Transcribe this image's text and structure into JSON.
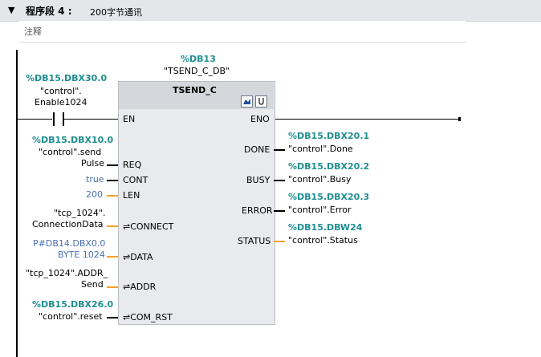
{
  "network": {
    "label": "程序段 4 :",
    "title": "200字节通讯",
    "comment": "注释"
  },
  "block": {
    "instance_addr": "%DB13",
    "instance_name": "\"TSEND_C_DB\"",
    "name": "TSEND_C",
    "pins_in": {
      "en": "EN",
      "req": "REQ",
      "cont": "CONT",
      "len": "LEN",
      "connect": "CONNECT",
      "data": "DATA",
      "addr": "ADDR",
      "com_rst": "COM_RST"
    },
    "pins_out": {
      "eno": "ENO",
      "done": "DONE",
      "busy": "BUSY",
      "error": "ERROR",
      "status": "STATUS"
    }
  },
  "contact": {
    "addr": "%DB15.DBX30.0",
    "line1": "\"control\".",
    "line2": "Enable1024"
  },
  "inputs": {
    "req": {
      "addr": "%DB15.DBX10.0",
      "line1": "\"control\".send",
      "line2": "Pulse"
    },
    "cont": {
      "value": "true"
    },
    "len": {
      "value": "200"
    },
    "connect": {
      "line1": "\"tcp_1024\".",
      "line2": "ConnectionData"
    },
    "data": {
      "line1": "P#DB14.DBX0.0",
      "line2": "BYTE 1024"
    },
    "addr": {
      "line1": "\"tcp_1024\".ADDR_",
      "line2": "Send"
    },
    "com_rst": {
      "addr": "%DB15.DBX26.0",
      "line1": "\"control\".reset"
    }
  },
  "outputs": {
    "done": {
      "addr": "%DB15.DBX20.1",
      "name": "\"control\".Done"
    },
    "busy": {
      "addr": "%DB15.DBX20.2",
      "name": "\"control\".Busy"
    },
    "error": {
      "addr": "%DB15.DBX20.3",
      "name": "\"control\".Error"
    },
    "status": {
      "addr": "%DB15.DBW24",
      "name": "\"control\".Status"
    }
  },
  "symbols": {
    "collapse": "▼",
    "connect_arrow": "⇌"
  },
  "colors": {
    "teal": "#1f8e90",
    "orange_wire": "#f2a02a",
    "block_bg": "#e8eaed",
    "block_header": "#d4d7dc"
  }
}
